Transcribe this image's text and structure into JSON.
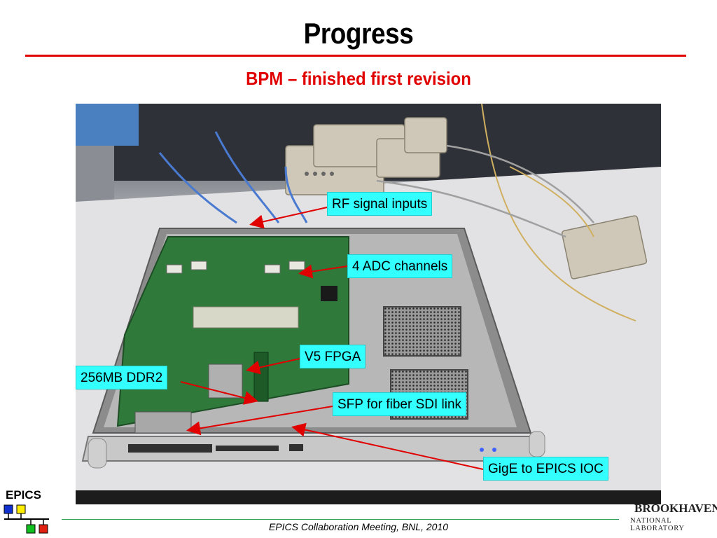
{
  "slide": {
    "title": "Progress",
    "subtitle": "BPM – finished first revision",
    "title_color": "#000000",
    "accent_color": "#e00000"
  },
  "photo": {
    "description_icon": "photo-icon"
  },
  "callouts": {
    "rf_inputs": "RF signal inputs",
    "adc_channels": "4 ADC channels",
    "fpga": "V5 FPGA",
    "ddr2": "256MB DDR2",
    "sfp": "SFP for fiber SDI link",
    "gige": "GigE to EPICS IOC",
    "callout_color": "#33ffff",
    "arrow_color": "#e00000"
  },
  "footer": {
    "text": "EPICS Collaboration Meeting, BNL, 2010",
    "epics_logo": "EPICS",
    "bnl_name": "BROOKHAVEN",
    "bnl_sub": "NATIONAL LABORATORY"
  }
}
